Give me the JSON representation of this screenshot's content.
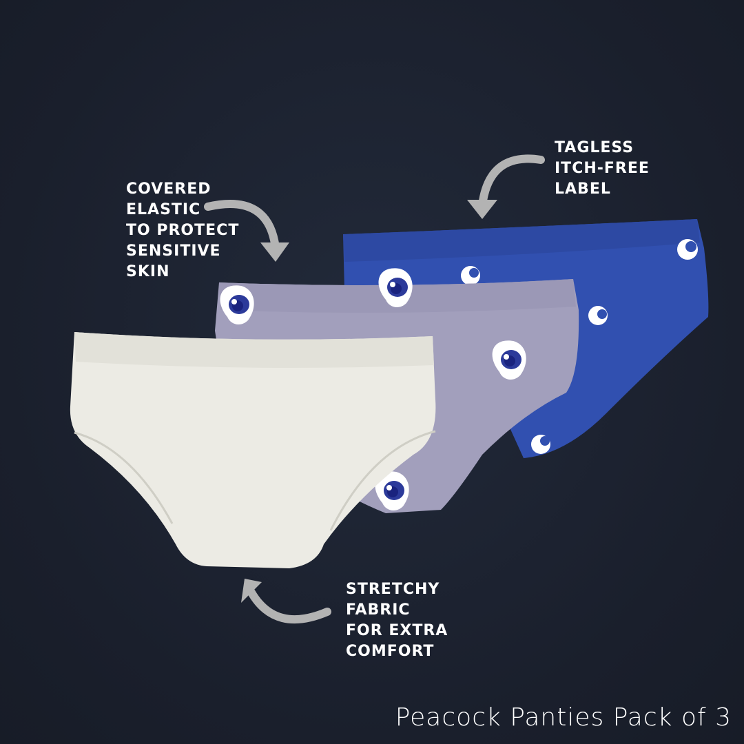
{
  "callouts": {
    "covered_elastic": [
      "COVERED",
      "ELASTIC",
      "TO PROTECT",
      "SENSITIVE",
      "SKIN"
    ],
    "tagless": [
      "TAGLESS",
      "ITCH-FREE",
      "LABEL"
    ],
    "stretchy": [
      "STRETCHY",
      "FABRIC",
      "FOR EXTRA",
      "COMFORT"
    ]
  },
  "product_title": "Peacock Panties Pack of 3",
  "colors": {
    "background": "#1b2130",
    "white_brief": "#ecebe4",
    "lavender_brief": "#a29fbc",
    "blue_brief": "#3150b0",
    "arrow": "#b3b3b3"
  }
}
